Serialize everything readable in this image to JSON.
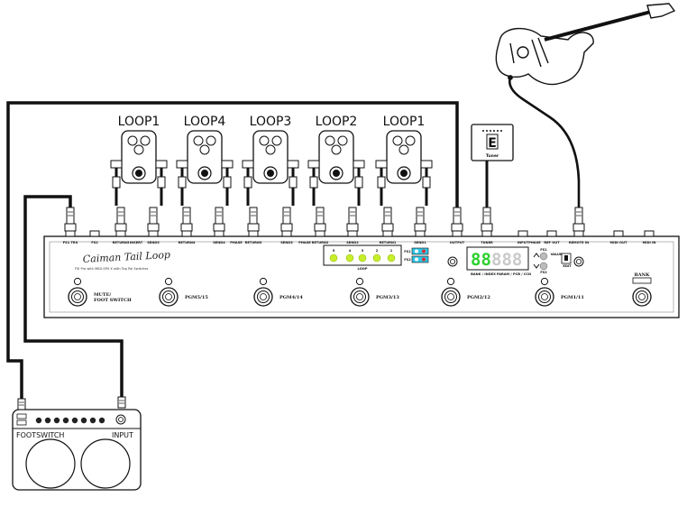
{
  "loops": [
    {
      "label": "LOOP1"
    },
    {
      "label": "LOOP4"
    },
    {
      "label": "LOOP3"
    },
    {
      "label": "LOOP2"
    },
    {
      "label": "LOOP1"
    }
  ],
  "jack_labels": [
    "FS1 TRS",
    "FS2",
    "RETURN5",
    "SEND5",
    "RETURN4",
    "SEND4",
    "RETURN3",
    "SEND3",
    "RETURN2",
    "SEND2",
    "RETURN1",
    "SEND1",
    "OUTPUT",
    "TUNER",
    "INPUT",
    "REF OUT",
    "REMOTE IN",
    "MIDI OUT",
    "MIDI IN"
  ],
  "small_labels": [
    "INSERT",
    "PHASE",
    "PHASE",
    "PHASE"
  ],
  "brand": {
    "name": "Caiman Tail Loop",
    "subtitle": "FSI Pro with MIDI-SPX X with Top Pol Switches"
  },
  "display": {
    "left_digits": "88",
    "right_digits": "888",
    "caption_left": "BANK / INDEX",
    "caption_right": "PARAM / PCB / CCN",
    "colors": {
      "lit": "#2bd12b",
      "dim": "#c9c9c9"
    }
  },
  "led_row": {
    "numbers": [
      "5",
      "4",
      "3",
      "2",
      "1"
    ],
    "caption": "LOOP",
    "color": "#c6ef2a"
  },
  "fs_indicators": [
    {
      "label": "FS1"
    },
    {
      "label": "FS2"
    }
  ],
  "updown": {
    "up": "FS1",
    "down": "FS2",
    "side": "VALUE",
    "side2": "EDIT"
  },
  "footswitches": [
    {
      "label": "MUTE/\nFOOT SWITCH"
    },
    {
      "label": "PGM5/15"
    },
    {
      "label": "PGM4/14"
    },
    {
      "label": "PGM3/13"
    },
    {
      "label": "PGM2/12"
    },
    {
      "label": "PGM1/11"
    },
    {
      "label": "BANK"
    }
  ],
  "tuner": {
    "note": "E",
    "label": "Tuner"
  },
  "amp": {
    "footswitch": "FOOTSWITCH",
    "input": "INPUT"
  }
}
